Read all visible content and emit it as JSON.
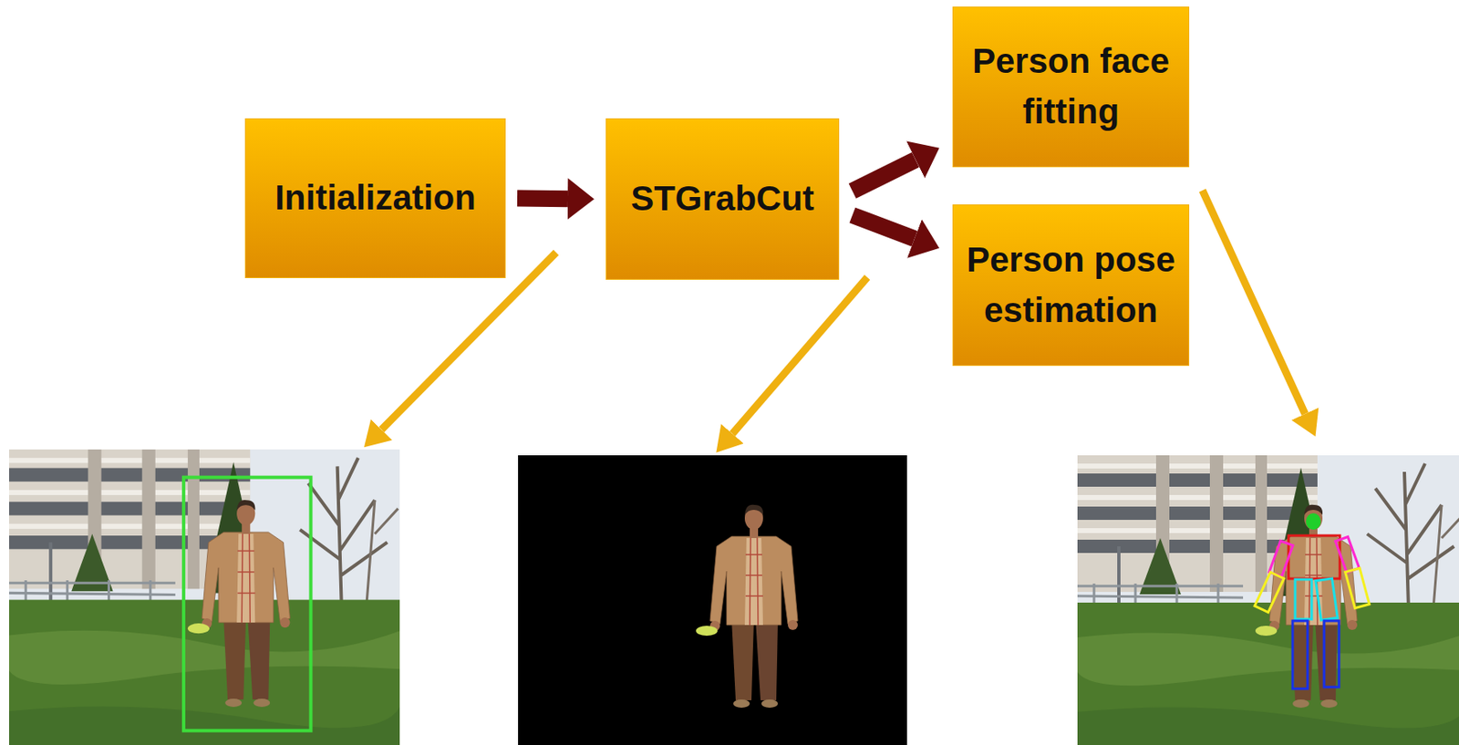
{
  "diagram": {
    "nodes": [
      {
        "text": [
          "Initialization"
        ]
      },
      {
        "text": [
          "STGrabCut"
        ]
      },
      {
        "text": [
          "Person face fitting"
        ]
      },
      {
        "text": [
          "Person pose estimation"
        ]
      }
    ],
    "edges": [
      {
        "from": 0,
        "to": 1,
        "arrow": "to"
      },
      {
        "from": 1,
        "to": 2,
        "arrow": "to"
      },
      {
        "from": 1,
        "to": 3,
        "arrow": "to"
      }
    ]
  }
}
